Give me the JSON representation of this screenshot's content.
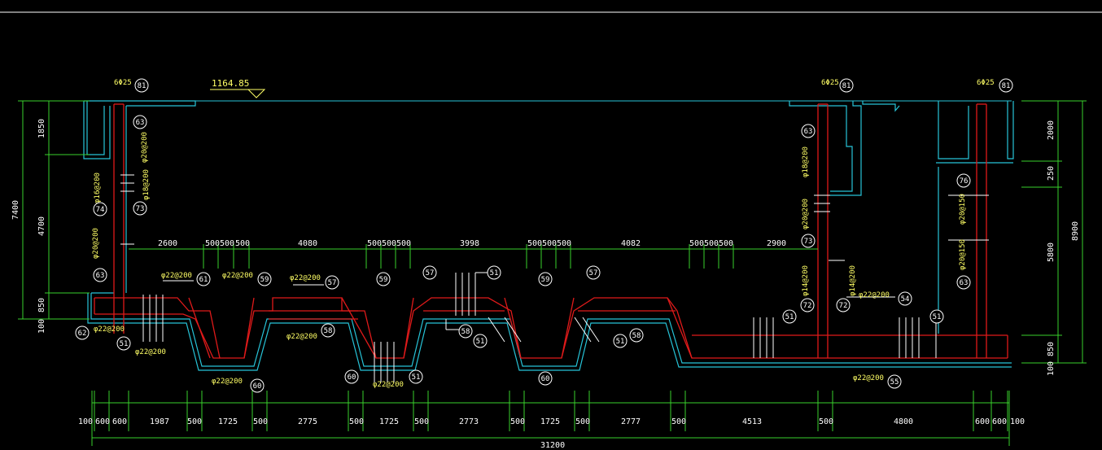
{
  "elevation": {
    "label": "1164.85"
  },
  "top_dims": [
    "2600",
    "500",
    "500",
    "500",
    "4080",
    "500",
    "500",
    "500",
    "3998",
    "500",
    "500",
    "500",
    "4082",
    "500",
    "500",
    "500",
    "2900"
  ],
  "bottom_dims": [
    "100",
    "600",
    "600",
    "1987",
    "500",
    "1725",
    "500",
    "2775",
    "500",
    "1725",
    "500",
    "2773",
    "500",
    "1725",
    "500",
    "2777",
    "500",
    "4513",
    "500",
    "4800",
    "600",
    "600",
    "100"
  ],
  "total_length": "31200",
  "left_dims": {
    "outer": "7400",
    "upper": "1850",
    "middle": "4700",
    "lower": "850",
    "base": "100"
  },
  "right_dims": {
    "outer": "8900",
    "upper": "2000",
    "step": "250",
    "middle": "5800",
    "lower": "850",
    "base": "100"
  },
  "callouts": [
    "81",
    "63",
    "73",
    "74",
    "63",
    "61",
    "59",
    "57",
    "59",
    "51",
    "57",
    "59",
    "57",
    "62",
    "51",
    "58",
    "60",
    "51",
    "58",
    "51",
    "60",
    "51",
    "58",
    "81",
    "63",
    "73",
    "72",
    "72",
    "54",
    "51",
    "51",
    "55",
    "81",
    "76",
    "63",
    "60"
  ],
  "rebar_labels": [
    "6Φ25",
    "φ20@200",
    "φ18@200",
    "φ16@200",
    "φ20@200",
    "φ22@200",
    "φ22@200",
    "φ22@200",
    "φ22@200",
    "φ22@200",
    "φ22@200",
    "φ22@200",
    "φ22@200",
    "6Φ25",
    "φ18@200",
    "φ20@200",
    "φ14@200",
    "φ14@200",
    "φ22@200",
    "φ22@200",
    "6Φ25",
    "φ20@150",
    "φ20@150"
  ]
}
